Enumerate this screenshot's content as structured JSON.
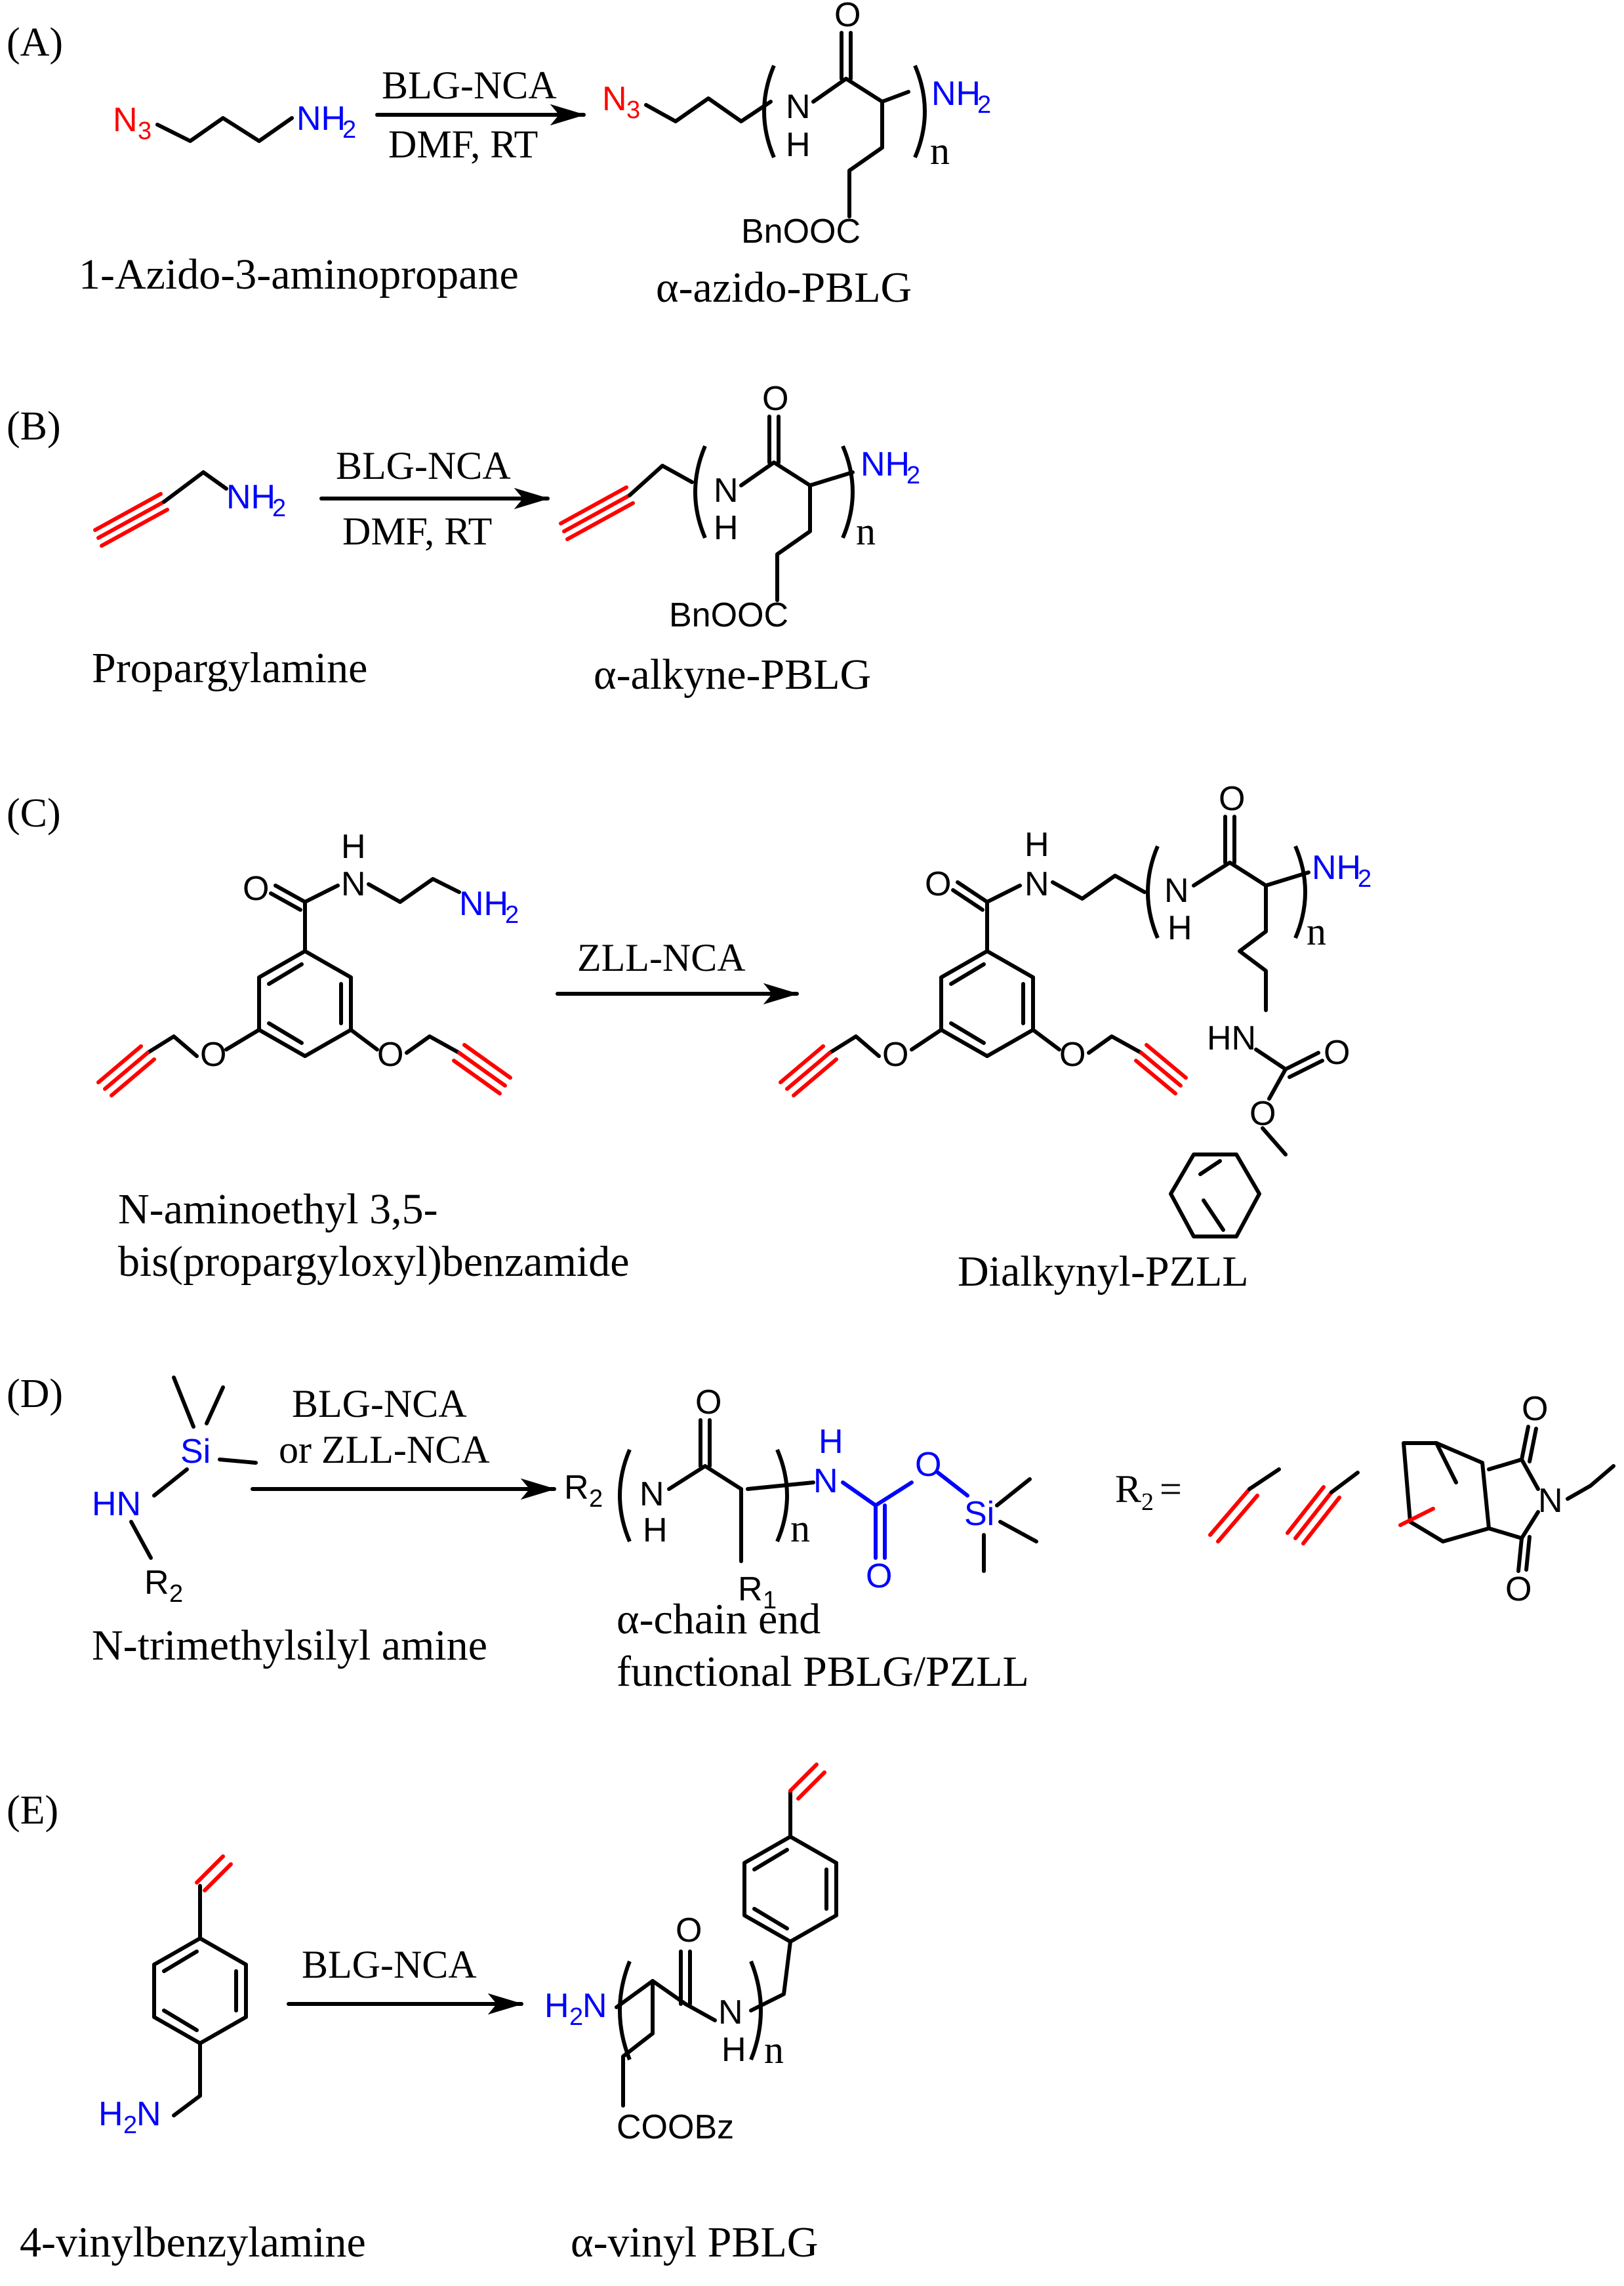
{
  "panels": {
    "A": {
      "tag": "(A)",
      "reagent": "BLG-NCA",
      "conditions": "DMF, RT",
      "start_name": "1-Azido-3-aminopropane",
      "product_name": "α-azido-PBLG",
      "atoms": {
        "n3": "N",
        "n3_sub": "3",
        "nh2": "NH",
        "nh2_sub": "2",
        "o": "O",
        "n": "N",
        "h": "H",
        "repeat": "n",
        "ester": "BnOOC",
        "end_nh2": "NH",
        "end_nh2_sub": "2"
      }
    },
    "B": {
      "tag": "(B)",
      "reagent": "BLG-NCA",
      "conditions": "DMF, RT",
      "start_name": "Propargylamine",
      "product_name": "α-alkyne-PBLG",
      "atoms": {
        "nh2": "NH",
        "nh2_sub": "2",
        "o": "O",
        "n": "N",
        "h": "H",
        "repeat": "n",
        "ester": "BnOOC",
        "end_nh2": "NH",
        "end_nh2_sub": "2"
      }
    },
    "C": {
      "tag": "(C)",
      "reagent": "ZLL-NCA",
      "start_name_line1": "N-aminoethyl 3,5-",
      "start_name_line2": "bis(propargyloxyl)benzamide",
      "product_name": "Dialkynyl-PZLL",
      "atoms": {
        "o": "O",
        "n": "N",
        "h": "H",
        "nh2": "NH",
        "nh2_sub": "2",
        "repeat": "n",
        "hn": "HN"
      }
    },
    "D": {
      "tag": "(D)",
      "reagent_line1": "BLG-NCA",
      "reagent_line2": "or ZLL-NCA",
      "start_name": "N-trimethylsilyl amine",
      "product_name_line1": "α-chain end",
      "product_name_line2": "functional PBLG/PZLL",
      "r2_def": "R",
      "r2_def_sub": "2",
      "r2_def_eq": "=",
      "atoms": {
        "si": "Si",
        "hn": "HN",
        "r": "R",
        "r2_sub": "2",
        "r1_sub": "1",
        "o": "O",
        "n": "N",
        "h": "H",
        "repeat": "n"
      }
    },
    "E": {
      "tag": "(E)",
      "reagent": "BLG-NCA",
      "start_name": "4-vinylbenzylamine",
      "product_name": "α-vinyl PBLG",
      "atoms": {
        "h2n": "H",
        "h2n_sub": "2",
        "h2n_n": "N",
        "o": "O",
        "n": "N",
        "h": "H",
        "repeat": "n",
        "ester": "COOBz"
      }
    }
  }
}
